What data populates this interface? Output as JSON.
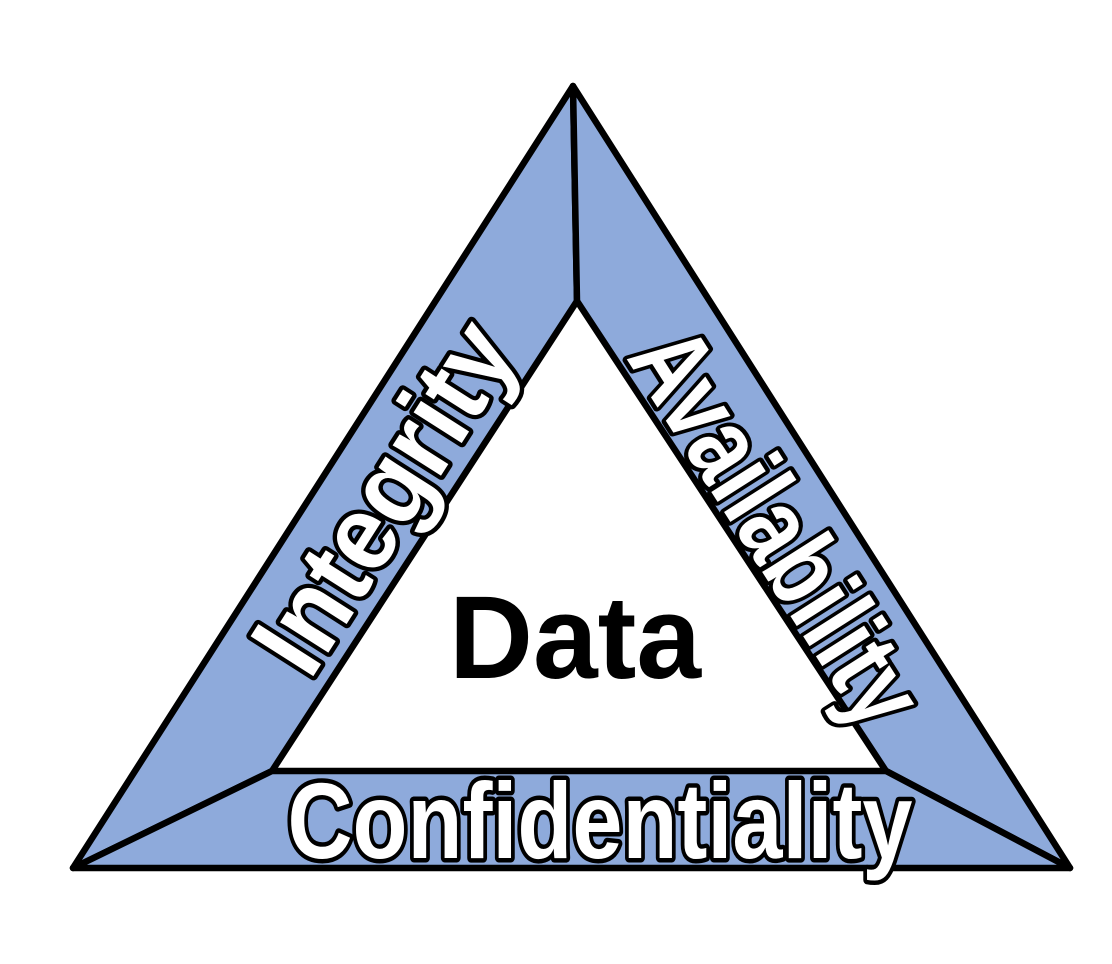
{
  "diagram": {
    "center_label": "Data",
    "sides": [
      {
        "id": "left",
        "label": "Integrity"
      },
      {
        "id": "right",
        "label": "Availability"
      },
      {
        "id": "bottom",
        "label": "Confidentiality"
      }
    ],
    "colors": {
      "background": "#FFFFFF",
      "band_fill": "#8EAADB",
      "band_border": "#000000",
      "side_label_fill": "#FFFFFF",
      "side_label_outline": "#000000",
      "center_label_color": "#000000"
    }
  }
}
